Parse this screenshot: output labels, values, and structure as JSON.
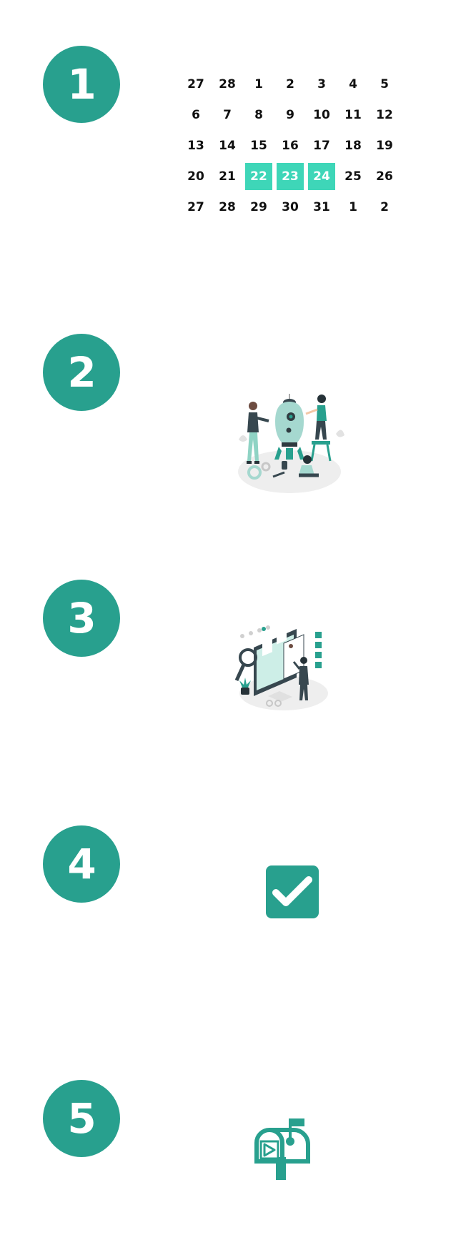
{
  "steps": [
    {
      "number": "1"
    },
    {
      "number": "2"
    },
    {
      "number": "3"
    },
    {
      "number": "4"
    },
    {
      "number": "5"
    }
  ],
  "calendar": {
    "days": [
      "27",
      "28",
      "1",
      "2",
      "3",
      "4",
      "5",
      "6",
      "7",
      "8",
      "9",
      "10",
      "11",
      "12",
      "13",
      "14",
      "15",
      "16",
      "17",
      "18",
      "19",
      "20",
      "21",
      "22",
      "23",
      "24",
      "25",
      "26",
      "27",
      "28",
      "29",
      "30",
      "31",
      "1",
      "2"
    ],
    "highlighted_days": [
      "22",
      "23",
      "24"
    ]
  },
  "illustrations": [
    {
      "icon": "startup-team-rocket-illustration"
    },
    {
      "icon": "recruitment-screen-search-illustration"
    },
    {
      "icon": "checkbox-checked-icon"
    },
    {
      "icon": "mailbox-icon"
    }
  ],
  "colors": {
    "accent": "#28a08e",
    "highlight": "#3ed6b8",
    "text": "#111111"
  }
}
